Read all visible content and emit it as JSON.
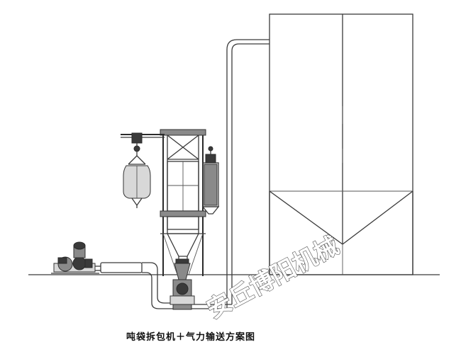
{
  "caption": "吨袋拆包机＋气力输送方案图",
  "watermark": "安丘博阳机械",
  "colors": {
    "line": "#3a3a3a",
    "background": "#ffffff",
    "equipment_fill": "#8a8a8a",
    "watermark_stroke": "#555555"
  },
  "components": [
    "hoist-trolley-rail",
    "ton-bag",
    "bag-unloader-frame",
    "dust-collector",
    "discharge-hopper",
    "rotary-valve-feeder",
    "roots-blower",
    "conveying-pipeline",
    "storage-silo"
  ]
}
